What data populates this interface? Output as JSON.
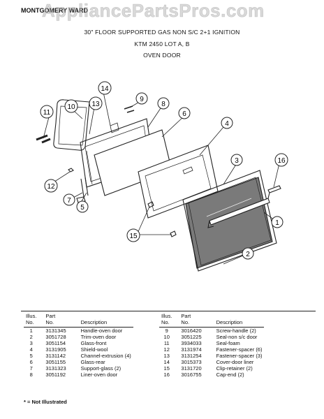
{
  "header": {
    "brand": "MONTGOMERY WARD",
    "watermark": "AppliancePartsPros.com",
    "model_line": "30\" FLOOR SUPPORTED GAS NON S/C 2+1 IGNITION",
    "lot_line": "KTM 2450 LOT A, B",
    "section_title": "OVEN DOOR"
  },
  "callouts": [
    "1",
    "2",
    "3",
    "4",
    "5",
    "6",
    "7",
    "8",
    "9",
    "10",
    "11",
    "12",
    "13",
    "14",
    "15",
    "16"
  ],
  "parts_table": {
    "col_headers": {
      "illus": "Illus.",
      "illus2": "No.",
      "part": "Part",
      "part2": "No.",
      "description": "Description"
    },
    "left": [
      {
        "no": "1",
        "part": "3131345",
        "desc": "Handle-oven door"
      },
      {
        "no": "2",
        "part": "3051728",
        "desc": "Trim-oven door"
      },
      {
        "no": "3",
        "part": "3051154",
        "desc": "Glass-front"
      },
      {
        "no": "4",
        "part": "3131905",
        "desc": "Shield-wool"
      },
      {
        "no": "5",
        "part": "3131142",
        "desc": "Channel-extrusion (4)"
      },
      {
        "no": "6",
        "part": "3051155",
        "desc": "Glass-rear"
      },
      {
        "no": "7",
        "part": "3131323",
        "desc": "Support-glass (2)"
      },
      {
        "no": "8",
        "part": "3051192",
        "desc": "Liner-oven door"
      }
    ],
    "right": [
      {
        "no": "9",
        "part": "3016420",
        "desc": "Screw-handle (2)"
      },
      {
        "no": "10",
        "part": "3051225",
        "desc": "Seal-non s/c door"
      },
      {
        "no": "11",
        "part": "3934033",
        "desc": "Seal-foam"
      },
      {
        "no": "12",
        "part": "3131974",
        "desc": "Fastener-spacer (6)"
      },
      {
        "no": "13",
        "part": "3131254",
        "desc": "Fastener-spacer (3)"
      },
      {
        "no": "14",
        "part": "3015373",
        "desc": "Cover-door liner"
      },
      {
        "no": "15",
        "part": "3131720",
        "desc": "Clip-retainer (2)"
      },
      {
        "no": "16",
        "part": "3016755",
        "desc": "Cap-end (2)"
      }
    ]
  },
  "footnote": "* = Not Illustrated"
}
